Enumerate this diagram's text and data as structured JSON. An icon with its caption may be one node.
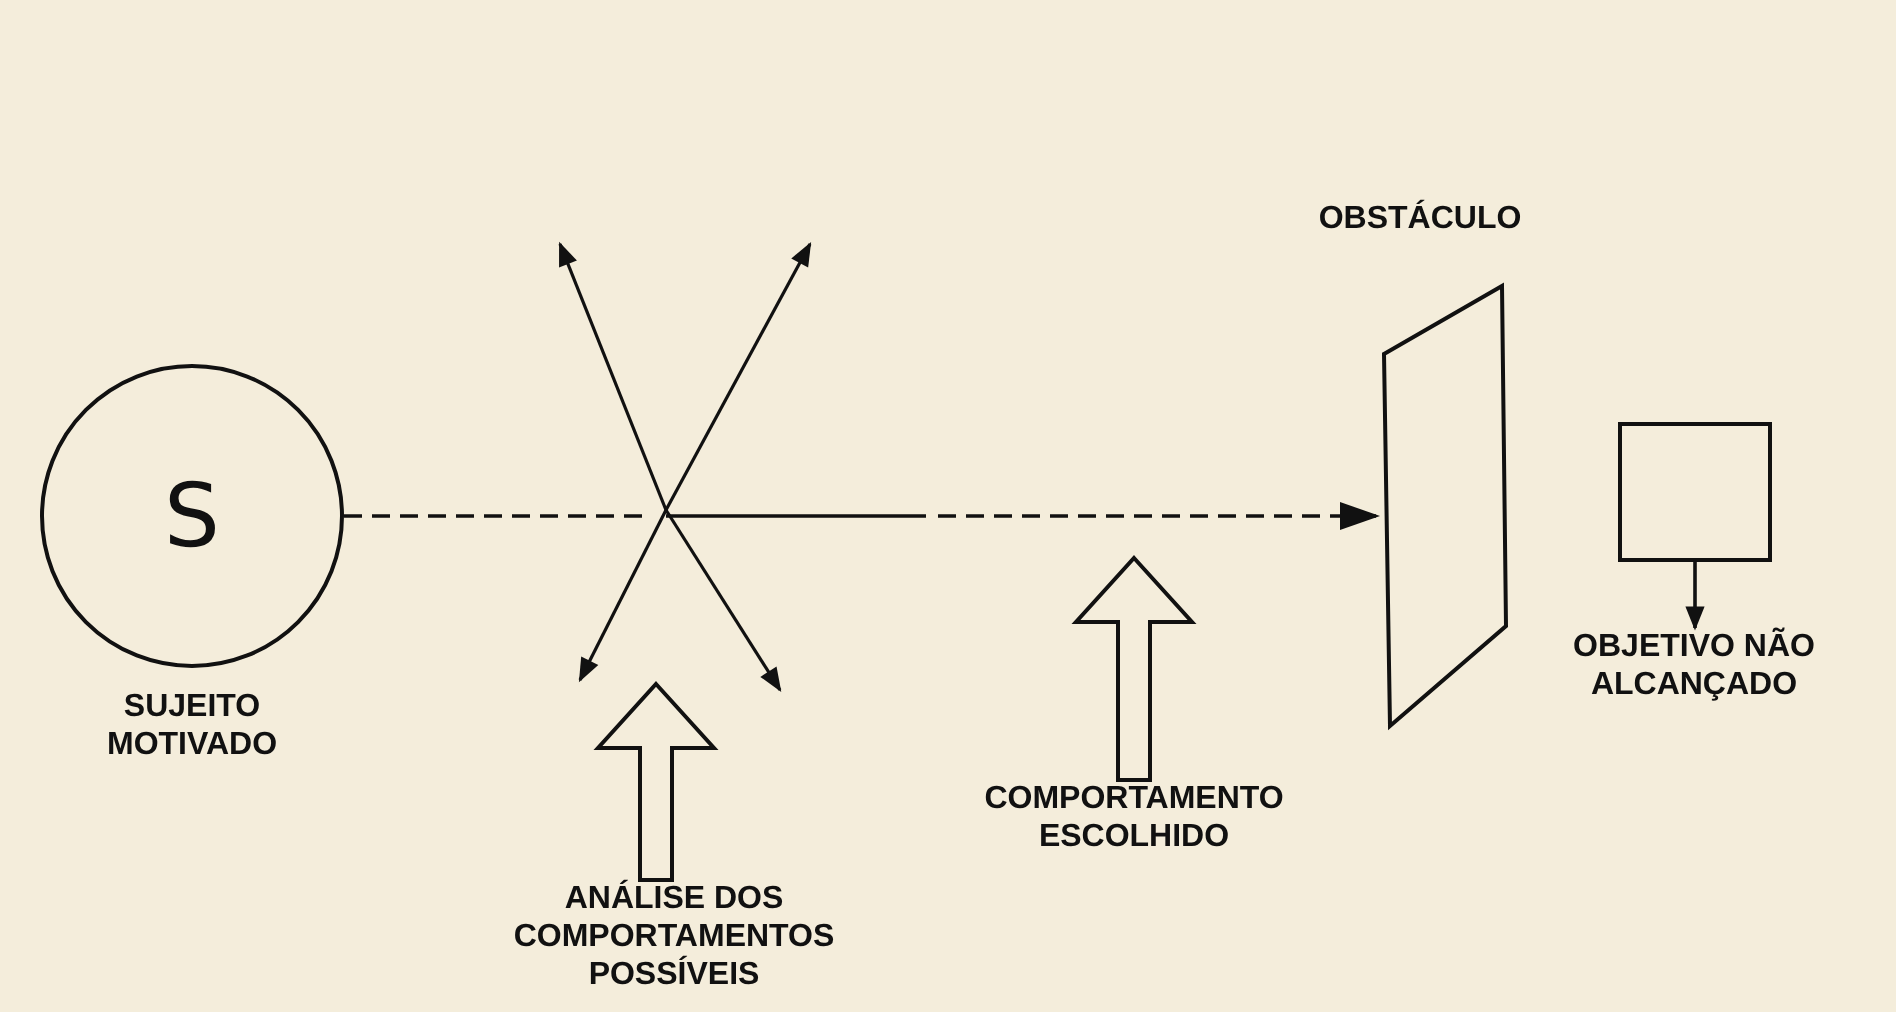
{
  "diagram": {
    "nodes": [
      {
        "text": [
          "S"
        ],
        "beside": [
          "SUJEITO MOTIVADO"
        ]
      },
      {
        "text": [
          "ANÁLISE DOS COMPORTAMENTOS POSSÍVEIS"
        ]
      },
      {
        "text": [
          "COMPORTAMENTO ESCOLHIDO"
        ]
      },
      {
        "text": [
          "OBSTÁCULO"
        ]
      },
      {
        "text": [],
        "shape": "box"
      },
      {
        "text": [
          "OBJETIVO NÃO ALCANÇADO"
        ]
      }
    ],
    "edges": [
      {
        "from": 0,
        "to": 3,
        "arrow": "to",
        "style": "dashed"
      },
      {
        "from": 1,
        "to": null,
        "arrow": "to",
        "style": "thick"
      },
      {
        "from": 2,
        "to": null,
        "arrow": "to",
        "style": "thick"
      },
      {
        "from": 4,
        "to": 5,
        "arrow": "to"
      }
    ]
  }
}
